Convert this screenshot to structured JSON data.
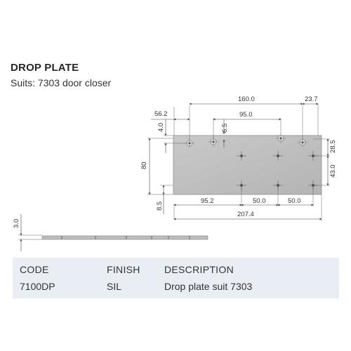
{
  "title": "DROP PLATE",
  "subtitle": "Suits: 7303 door closer",
  "dimensions": {
    "top_left_offset": "56.2",
    "top_span": "160.0",
    "top_right": "23.7",
    "top_mid": "95.0",
    "left_top": "4.0",
    "small_offset": "6.5",
    "right_top": "28.5",
    "height": "80",
    "right_bottom": "43.0",
    "left_bottom": "8.5",
    "bottom_left": "95.2",
    "bottom_mid": "50.0",
    "bottom_right": "50.0",
    "overall_length": "207.4",
    "thickness": "3.0"
  },
  "table": {
    "headers": {
      "code": "CODE",
      "finish": "FINISH",
      "description": "DESCRIPTION"
    },
    "row": {
      "code": "7100DP",
      "finish": "SIL",
      "description": "Drop plate suit 7303"
    }
  }
}
